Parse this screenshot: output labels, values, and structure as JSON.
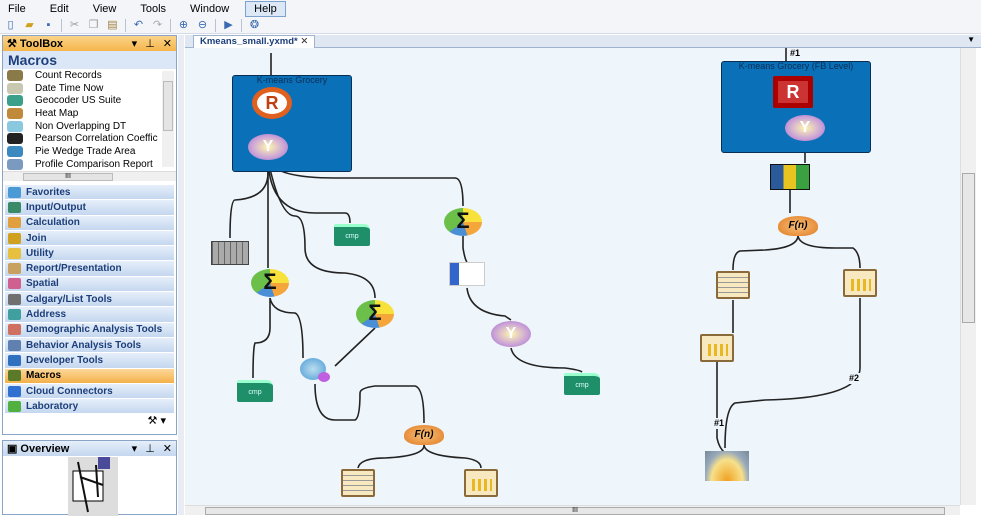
{
  "menu": [
    "File",
    "Edit",
    "View",
    "Tools",
    "Window",
    "Help"
  ],
  "menu_active": "Help",
  "toolbar_icons": [
    "new-icon",
    "open-icon",
    "save-icon",
    "cut-icon",
    "copy-icon",
    "paste-icon",
    "undo-icon",
    "redo-icon",
    "zoom-in-icon",
    "zoom-out-icon",
    "run-icon",
    "help-icon"
  ],
  "toolbox": {
    "title": "ToolBox",
    "section_title": "Macros",
    "macros": [
      {
        "label": "Count Records",
        "color": "#8a7a4a"
      },
      {
        "label": "Date Time Now",
        "color": "#c8c8b0"
      },
      {
        "label": "Geocoder US Suite",
        "color": "#3aa08a"
      },
      {
        "label": "Heat Map",
        "color": "#c08a3a"
      },
      {
        "label": "Non Overlapping DT",
        "color": "#8ac8e0"
      },
      {
        "label": "Pearson Correlation Coeffic",
        "color": "#222222"
      },
      {
        "label": "Pie Wedge Trade Area",
        "color": "#3a8ac0"
      },
      {
        "label": "Profile Comparison Report",
        "color": "#7a9ac0"
      }
    ],
    "categories": [
      {
        "label": "Favorites",
        "color": "#4a9ad6"
      },
      {
        "label": "Input/Output",
        "color": "#3a8a6a"
      },
      {
        "label": "Calculation",
        "color": "#e0a040"
      },
      {
        "label": "Join",
        "color": "#d0a020"
      },
      {
        "label": "Utility",
        "color": "#e8c040"
      },
      {
        "label": "Report/Presentation",
        "color": "#c8a060"
      },
      {
        "label": "Spatial",
        "color": "#d06090"
      },
      {
        "label": "Calgary/List Tools",
        "color": "#707070"
      },
      {
        "label": "Address",
        "color": "#40a0a0"
      },
      {
        "label": "Demographic Analysis Tools",
        "color": "#d07060"
      },
      {
        "label": "Behavior Analysis Tools",
        "color": "#6080b0"
      },
      {
        "label": "Developer Tools",
        "color": "#3070c0"
      },
      {
        "label": "Macros",
        "color": "#5a7a2a",
        "selected": true
      },
      {
        "label": "Cloud Connectors",
        "color": "#3070d0"
      },
      {
        "label": "Laboratory",
        "color": "#50b040"
      }
    ]
  },
  "overview": {
    "title": "Overview"
  },
  "document": {
    "tab_label": "Kmeans_small.yxmd*"
  },
  "containers": [
    {
      "title": "K-means Grocery"
    },
    {
      "title": "K-means Grocery (FB Level)"
    }
  ],
  "connection_labels": [
    "#1",
    "#2",
    "#1"
  ],
  "colors": {
    "container": "#0a70b8",
    "canvas": "#eef5fb",
    "selected_category": "#f4b04a"
  }
}
